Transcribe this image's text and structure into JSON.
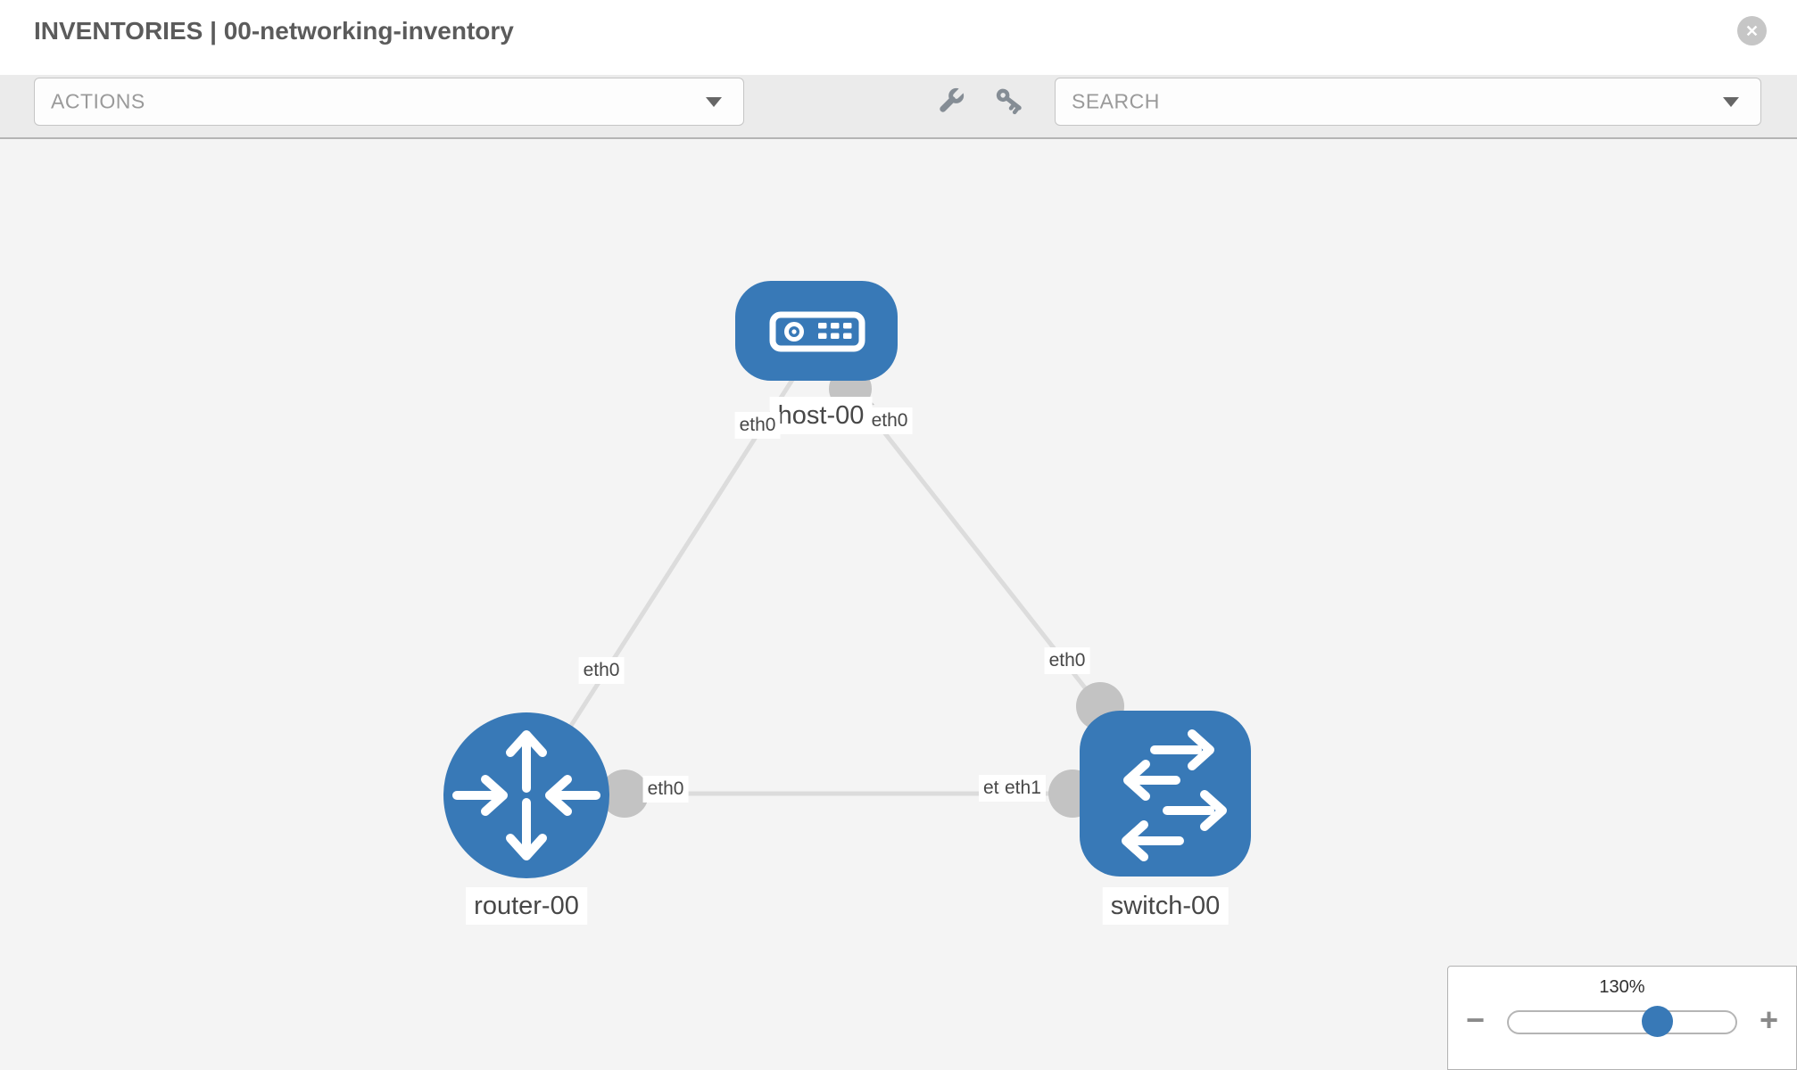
{
  "header": {
    "title": "INVENTORIES | 00-networking-inventory",
    "close_glyph": "✕"
  },
  "toolbar": {
    "actions_label": "ACTIONS",
    "search_label": "SEARCH",
    "icons": [
      "wrench-icon",
      "key-icon"
    ]
  },
  "topology": {
    "nodes": [
      {
        "label": "host-00",
        "type": "host"
      },
      {
        "label": "router-00",
        "type": "router"
      },
      {
        "label": "switch-00",
        "type": "switch"
      }
    ],
    "links": [
      {
        "source": "host-00",
        "source_iface": "eth0",
        "target": "router-00",
        "target_iface": "eth0"
      },
      {
        "source": "host-00",
        "source_iface": "eth0",
        "target": "switch-00",
        "target_iface": "eth0"
      },
      {
        "source": "router-00",
        "source_iface": "eth0",
        "target": "switch-00",
        "target_iface": "eth1",
        "overlapped_label": "eth0"
      }
    ]
  },
  "zoom_control": {
    "level": "130%",
    "minus_glyph": "−",
    "plus_glyph": "+"
  },
  "colors": {
    "node_blue": "#3879b7",
    "link_gray": "#dcdcdc",
    "dot_gray": "#c3c3c3",
    "toolbar_icon_gray": "#858d95"
  }
}
